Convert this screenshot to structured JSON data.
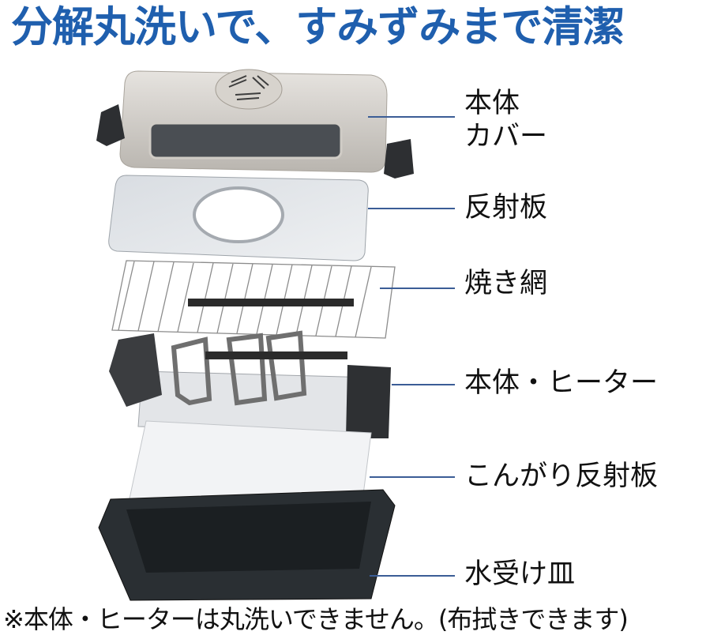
{
  "headline": "分解丸洗いで、すみずみまで清潔",
  "parts": [
    {
      "label_line1": "本体",
      "label_line2": "カバー"
    },
    {
      "label_line1": "反射板"
    },
    {
      "label_line1": "焼き網"
    },
    {
      "label_line1": "本体・ヒーター"
    },
    {
      "label_line1": "こんがり反射板"
    },
    {
      "label_line1": "水受け皿"
    }
  ],
  "note": "※本体・ヒーターは丸洗いできません。(布拭きできます)",
  "colors": {
    "headline": "#1f5fae",
    "leader": "#3b5d96"
  }
}
